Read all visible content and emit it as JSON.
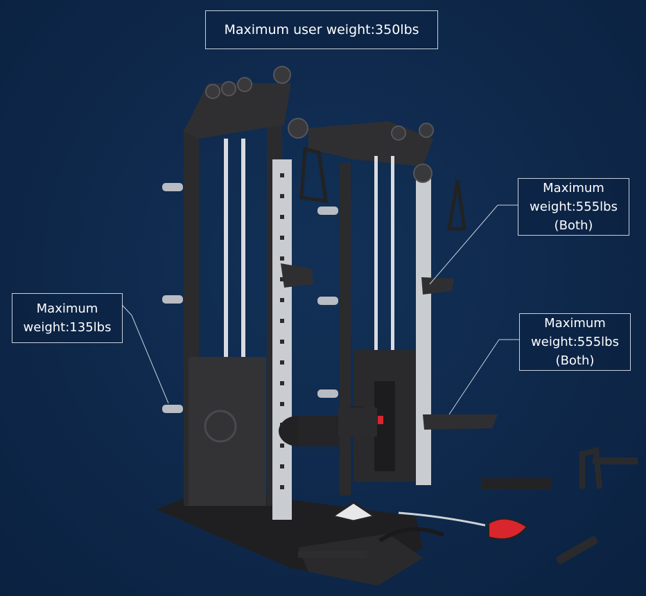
{
  "callouts": {
    "user_weight": "Maximum user weight:350lbs",
    "left_weight": "Maximum\nweight:135lbs",
    "right_upper": "Maximum\nweight:555lbs\n(Both)",
    "right_lower": "Maximum\nweight:555lbs\n(Both)"
  },
  "colors": {
    "background": "#0d2445",
    "frame": "#2b2b2e",
    "upright": "#c9ccd1",
    "accent_red": "#d8262c"
  }
}
